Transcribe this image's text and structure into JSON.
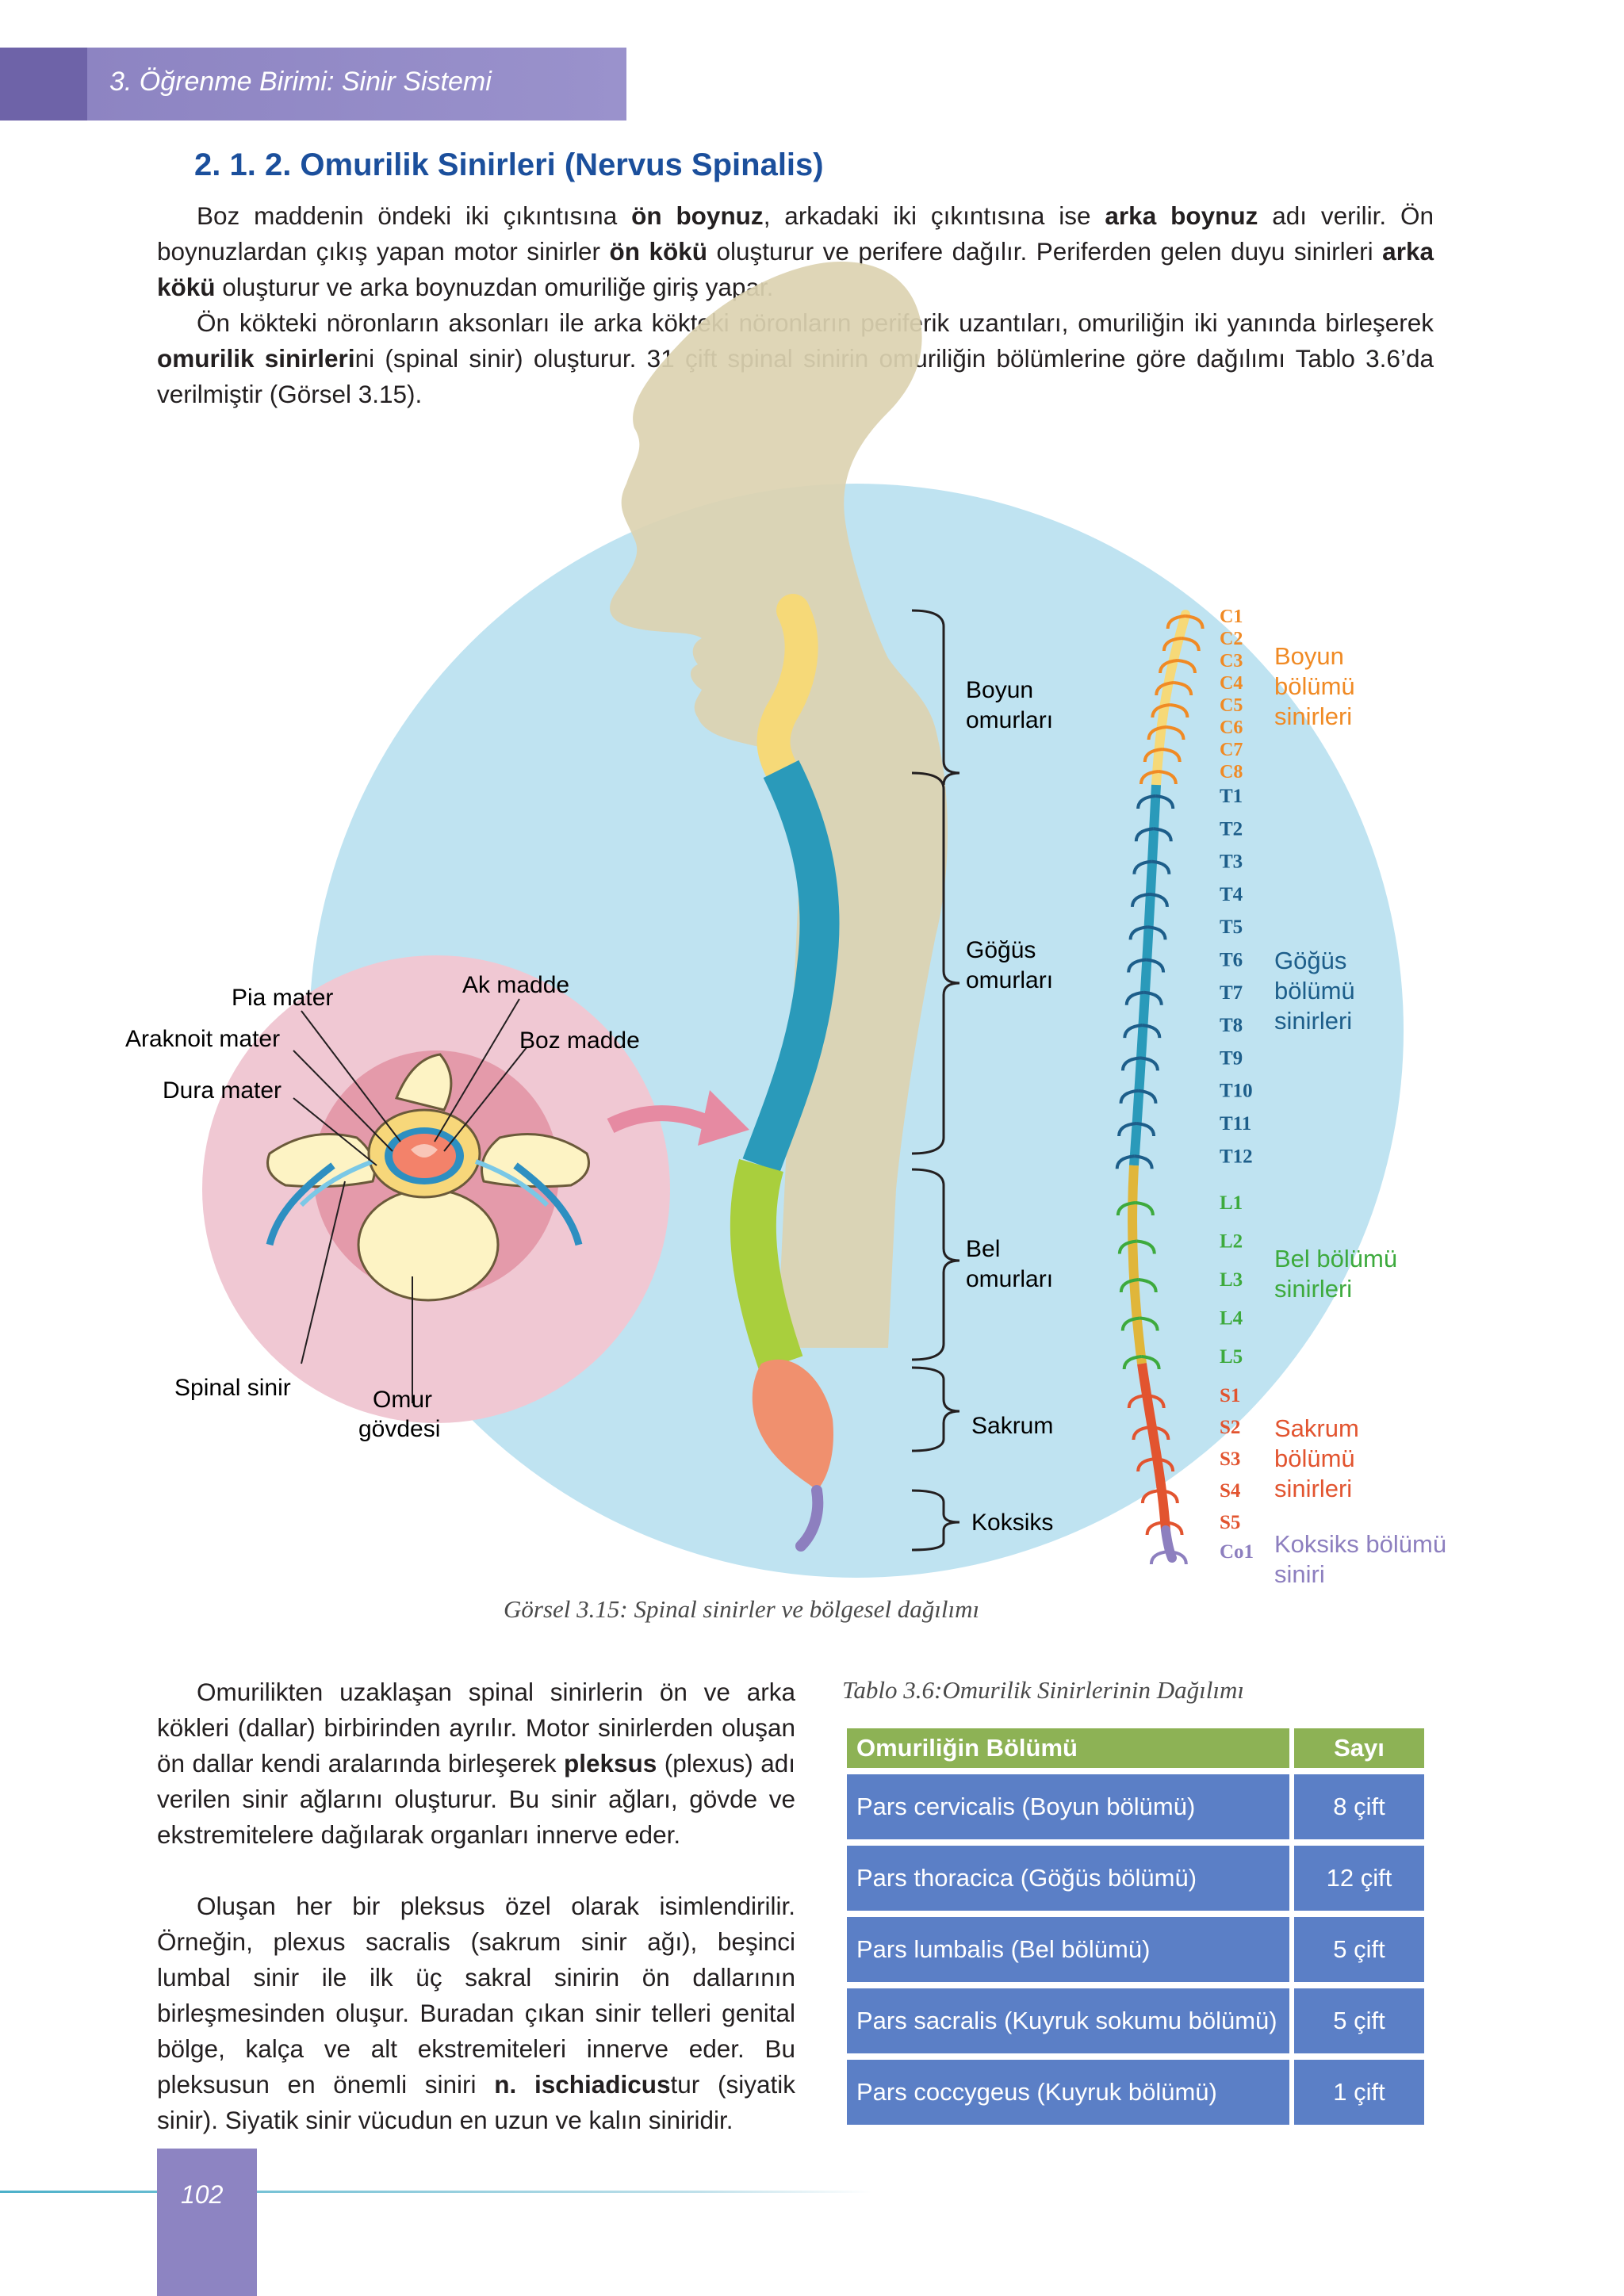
{
  "header": {
    "chapter": "3. Öğrenme Birimi: Sinir Sistemi"
  },
  "section_title": "2. 1. 2. Omurilik Sinirleri (Nervus Spinalis)",
  "p1": {
    "t1": "Boz maddenin öndeki iki çıkıntısına ",
    "b1": "ön boynuz",
    "t2": ", arkadaki iki çıkıntısına ise ",
    "b2": "arka boynuz",
    "t3": " adı verilir. Ön boynuzlardan çıkış yapan motor sinirler ",
    "b3": "ön kökü",
    "t4": " oluşturur ve perifere dağılır. Periferden gelen duyu sinirleri ",
    "b4": "arka kökü",
    "t5": " oluşturur ve arka boynuzdan omuriliğe giriş yapar."
  },
  "p2": {
    "t1": "Ön kökteki nöronların aksonları ile arka kökteki nöronların periferik uzantıları, omuriliğin iki yanında birleşerek ",
    "b1": "omurilik sinirleri",
    "t2": "ni (spinal sinir) oluşturur. 31 çift spinal sinirin omuriliğin bölümlerine göre dağılımı Tablo 3.6’da verilmiştir (Görsel 3.15)."
  },
  "figure": {
    "labels": {
      "pia": "Pia mater",
      "ak": "Ak madde",
      "araknoit": "Araknoit mater",
      "boz": "Boz madde",
      "dura": "Dura mater",
      "spinal": "Spinal sinir",
      "omur1": "Omur",
      "omur2": "gövdesi"
    },
    "braces": {
      "boyun1": "Boyun",
      "boyun2": "omurları",
      "gogus1": "Göğüs",
      "gogus2": "omurları",
      "bel1": "Bel",
      "bel2": "omurları",
      "sakrum": "Sakrum",
      "koksiks": "Koksiks"
    },
    "regions": {
      "boyun": [
        "Boyun",
        "bölümü",
        "sinirleri"
      ],
      "gogus": [
        "Göğüs",
        "bölümü",
        "sinirleri"
      ],
      "bel": [
        "Bel bölümü",
        "sinirleri"
      ],
      "sakrum": [
        "Sakrum",
        "bölümü",
        "sinirleri"
      ],
      "koksiks": [
        "Koksiks bölümü",
        "siniri"
      ]
    },
    "nerve_codes": [
      "C1",
      "C2",
      "C3",
      "C4",
      "C5",
      "C6",
      "C7",
      "C8",
      "T1",
      "T2",
      "T3",
      "T4",
      "T5",
      "T6",
      "T7",
      "T8",
      "T9",
      "T10",
      "T11",
      "T12",
      "L1",
      "L2",
      "L3",
      "L4",
      "L5",
      "S1",
      "S2",
      "S3",
      "S4",
      "S5",
      "Co1"
    ],
    "colors": {
      "cervical": "#f08a24",
      "thoracic": "#1d5e8a",
      "lumbar": "#3daa3d",
      "sacral": "#e2542f",
      "coccygeal": "#8d7fbf"
    },
    "caption": "Görsel 3.15: Spinal sinirler ve bölgesel dağılımı"
  },
  "p3": {
    "t1": "Omurilikten uzaklaşan spinal sinirlerin ön ve arka kökleri (dallar) birbirinden ayrılır. Motor sinirlerden oluşan ön dallar kendi aralarında birleşerek ",
    "b1": "pleksus",
    "t2": " (plexus) adı verilen sinir ağlarını oluşturur. Bu sinir ağları, gövde ve ekstremitelere dağılarak organları innerve eder."
  },
  "p4": {
    "t1": "Oluşan her bir pleksus özel olarak isimlendirilir. Örneğin, plexus sacralis (sakrum sinir ağı), beşinci lumbal sinir ile ilk üç sakral sinirin ön dallarının birleşmesinden oluşur. Buradan çıkan sinir telleri genital bölge, kalça ve alt ekstremiteleri innerve eder. Bu pleksusun en önemli siniri ",
    "b1": "n. ischiadicus",
    "t2": "tur (siyatik sinir). Siyatik sinir vücudun en uzun ve kalın siniridir."
  },
  "table": {
    "caption": "Tablo 3.6:Omurilik Sinirlerinin Dağılımı",
    "header": {
      "section": "Omuriliğin Bölümü",
      "count": "Sayı"
    },
    "rows": [
      {
        "section": "Pars cervicalis (Boyun bölümü)",
        "count": "8 çift"
      },
      {
        "section": "Pars thoracica (Göğüs bölümü)",
        "count": "12 çift"
      },
      {
        "section": "Pars lumbalis (Bel bölümü)",
        "count": "5 çift"
      },
      {
        "section": "Pars sacralis (Kuyruk sokumu bölümü)",
        "count": "5 çift"
      },
      {
        "section": "Pars coccygeus (Kuyruk bölümü)",
        "count": "1 çift"
      }
    ]
  },
  "footer": {
    "page_number": "102"
  }
}
